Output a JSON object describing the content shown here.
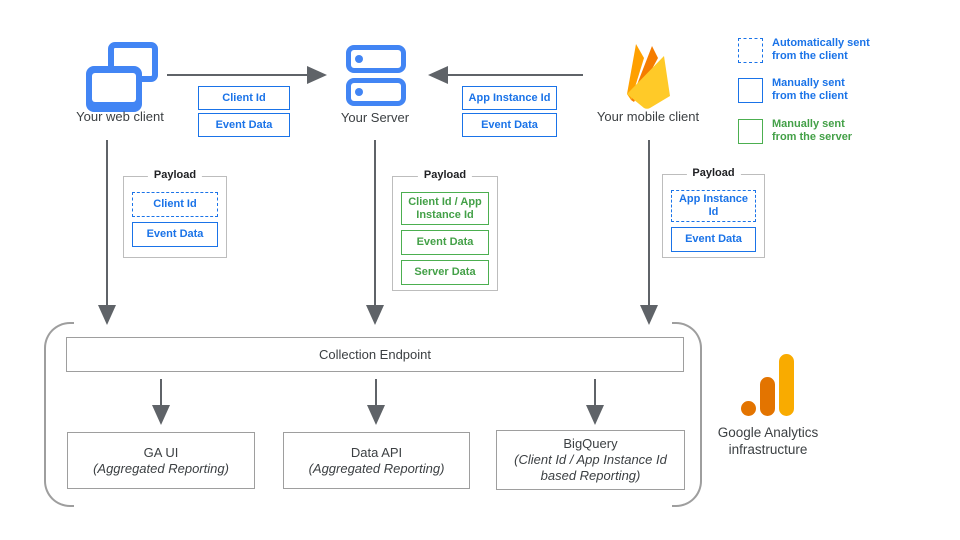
{
  "clients": {
    "web": {
      "label": "Your web client"
    },
    "server": {
      "label": "Your Server"
    },
    "mobile": {
      "label": "Your mobile client"
    }
  },
  "flow_labels": {
    "web_to_server": {
      "param1": "Client Id",
      "param2": "Event Data"
    },
    "mobile_to_server": {
      "param1": "App Instance Id",
      "param2": "Event Data"
    }
  },
  "legend": {
    "items": [
      {
        "line1": "Automatically sent",
        "line2": "from the client",
        "style": "dashed-blue"
      },
      {
        "line1": "Manually sent",
        "line2": "from the client",
        "style": "solid-blue"
      },
      {
        "line1": "Manually sent",
        "line2": "from the server",
        "style": "solid-green"
      }
    ]
  },
  "payloads": {
    "web": {
      "title": "Payload",
      "item1": "Client Id",
      "item2": "Event Data"
    },
    "server": {
      "title": "Payload",
      "item1": "Client Id / App Instance Id",
      "item2": "Event Data",
      "item3": "Server Data"
    },
    "mobile": {
      "title": "Payload",
      "item1": "App Instance Id",
      "item2": "Event Data"
    }
  },
  "infrastructure": {
    "endpoint": "Collection Endpoint",
    "outputs": [
      {
        "title": "GA UI",
        "subtitle": "(Aggregated Reporting)"
      },
      {
        "title": "Data API",
        "subtitle": "(Aggregated Reporting)"
      },
      {
        "title": "BigQuery",
        "subtitle": "(Client Id / App Instance Id based Reporting)"
      }
    ],
    "caption": {
      "line1": "Google Analytics",
      "line2": "infrastructure"
    }
  },
  "colors": {
    "icon_blue": "#4285F4",
    "accent_blue": "#1A73E8",
    "accent_green": "#4CAF50",
    "arrow_gray": "#5F6368",
    "box_border_gray": "#9E9E9E",
    "firebase_amber": "#FFA000",
    "firebase_orange": "#F57C00",
    "firebase_yellow": "#FFCA28",
    "ga_orange": "#E37400",
    "ga_amber": "#F9AB00"
  }
}
